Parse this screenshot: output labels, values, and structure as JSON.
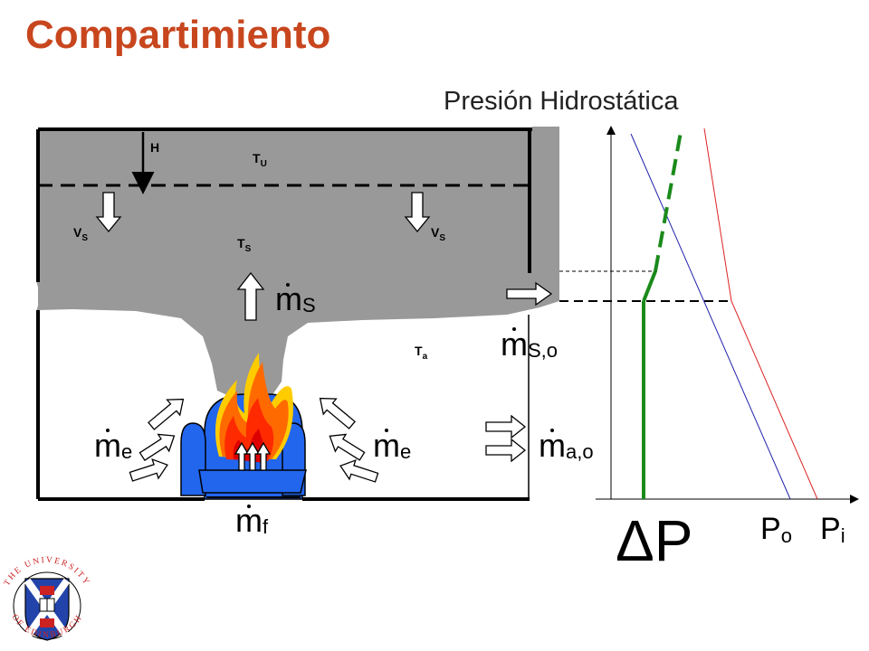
{
  "title": "Compartimiento",
  "subtitle": "Presión Hidrostática",
  "labels": {
    "H": "H",
    "T": "T",
    "sub_u": "U",
    "sub_s": "S",
    "sub_a": "a",
    "V": "V",
    "m": "m",
    "sub_mS": "S",
    "sub_mSo": "S,o",
    "sub_e": "e",
    "sub_ao": "a,o",
    "sub_f": "f",
    "delta": "Δ",
    "P": "P",
    "sub_o": "o",
    "sub_i": "i"
  },
  "colors": {
    "title": "#c8461e",
    "smoke": "#999999",
    "pressure_neutral": "#1a8a1a",
    "pressure_outside": "#2222aa",
    "pressure_inside": "#dd2222",
    "chair": "#2266ee"
  },
  "logo": {
    "text_top": "THE UNIVERSITY",
    "text_bottom": "OF EDINBURGH"
  }
}
